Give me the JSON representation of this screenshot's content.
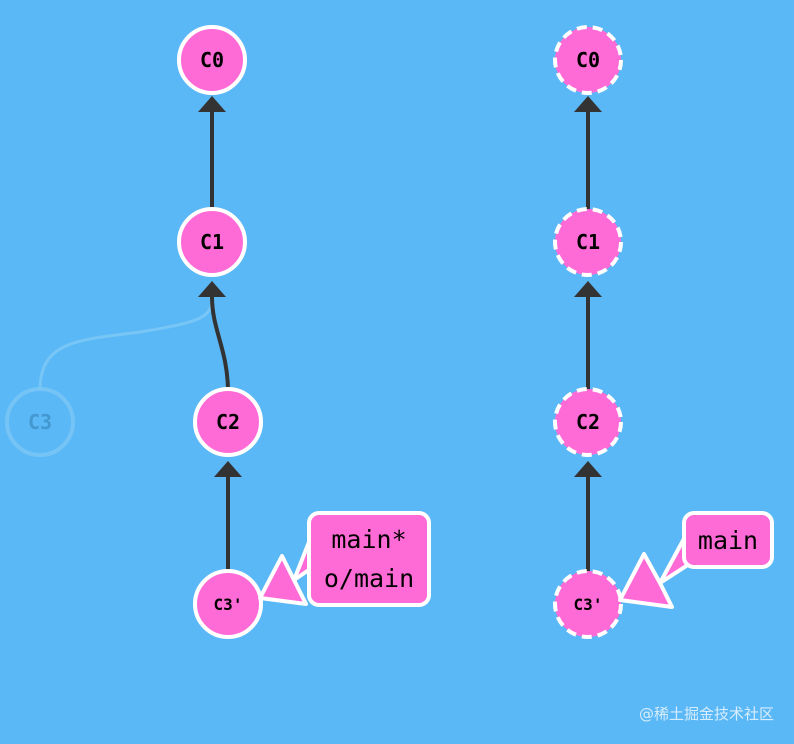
{
  "colors": {
    "background": "#5bb8f7",
    "commit_fill": "#ff6bd6",
    "commit_stroke": "#ffffff",
    "edge": "#333333",
    "ghost_fill": "#5bb8f7",
    "ghost_stroke": "#7ec9f5",
    "label_fill": "#ff6bd6"
  },
  "left_graph": {
    "commits": [
      "C0",
      "C1",
      "C2",
      "C3'"
    ],
    "ghost_commit": "C3",
    "branch_label": {
      "line1": "main*",
      "line2": "o/main"
    }
  },
  "right_graph": {
    "commits": [
      "C0",
      "C1",
      "C2",
      "C3'"
    ],
    "branch_label": {
      "line1": "main"
    }
  },
  "watermark": "@稀土掘金技术社区"
}
